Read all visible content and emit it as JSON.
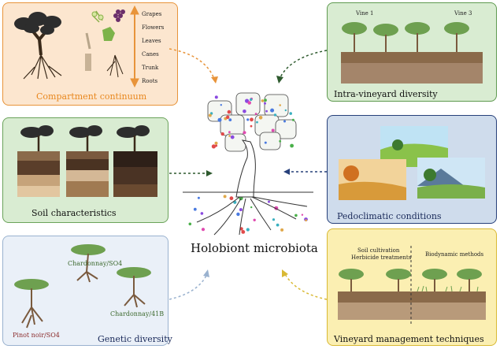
{
  "center": {
    "title": "Holobiont microbiota"
  },
  "panels": {
    "compartment": {
      "title": "Compartment continuum",
      "labels": [
        "Grapes",
        "Flowers",
        "Leaves",
        "Canes",
        "Trunk",
        "Roots"
      ],
      "bg": "#fce6cf",
      "border": "#e8943a",
      "title_color": "#e8871e"
    },
    "soil": {
      "title": "Soil characteristics",
      "bg": "#d9ecd2",
      "border": "#6aa35a",
      "title_color": "#111111"
    },
    "genetic": {
      "title": "Genetic diversity",
      "labels": {
        "chardonnay_so4": "Chardonnay/SO4",
        "chardonnay_41b": "Chardonnay/41B",
        "pinot": "Pinot noir/SO4"
      },
      "bg": "#eaf0f8",
      "border": "#9ab2cf",
      "title_color": "#1a2a5a",
      "label_colors": {
        "chardonnay": "#3d6a2f",
        "pinot": "#8a2a2a"
      }
    },
    "intra": {
      "title": "Intra-vineyard diversity",
      "vine1": "Vine 1",
      "vine3": "Vine 3",
      "bg": "#d9ecd2",
      "border": "#5f9a50",
      "title_color": "#111111"
    },
    "pedo": {
      "title": "Pedoclimatic conditions",
      "bg": "#cfdcec",
      "border": "#27407a",
      "title_color": "#1a2a5a"
    },
    "management": {
      "title": "Vineyard management techniques",
      "left_label_1": "Soil cultivation",
      "left_label_2": "Herbicide treatments",
      "right_label": "Biodynamic methods",
      "bg": "#fbefb2",
      "border": "#d9b933",
      "title_color": "#111111"
    }
  }
}
